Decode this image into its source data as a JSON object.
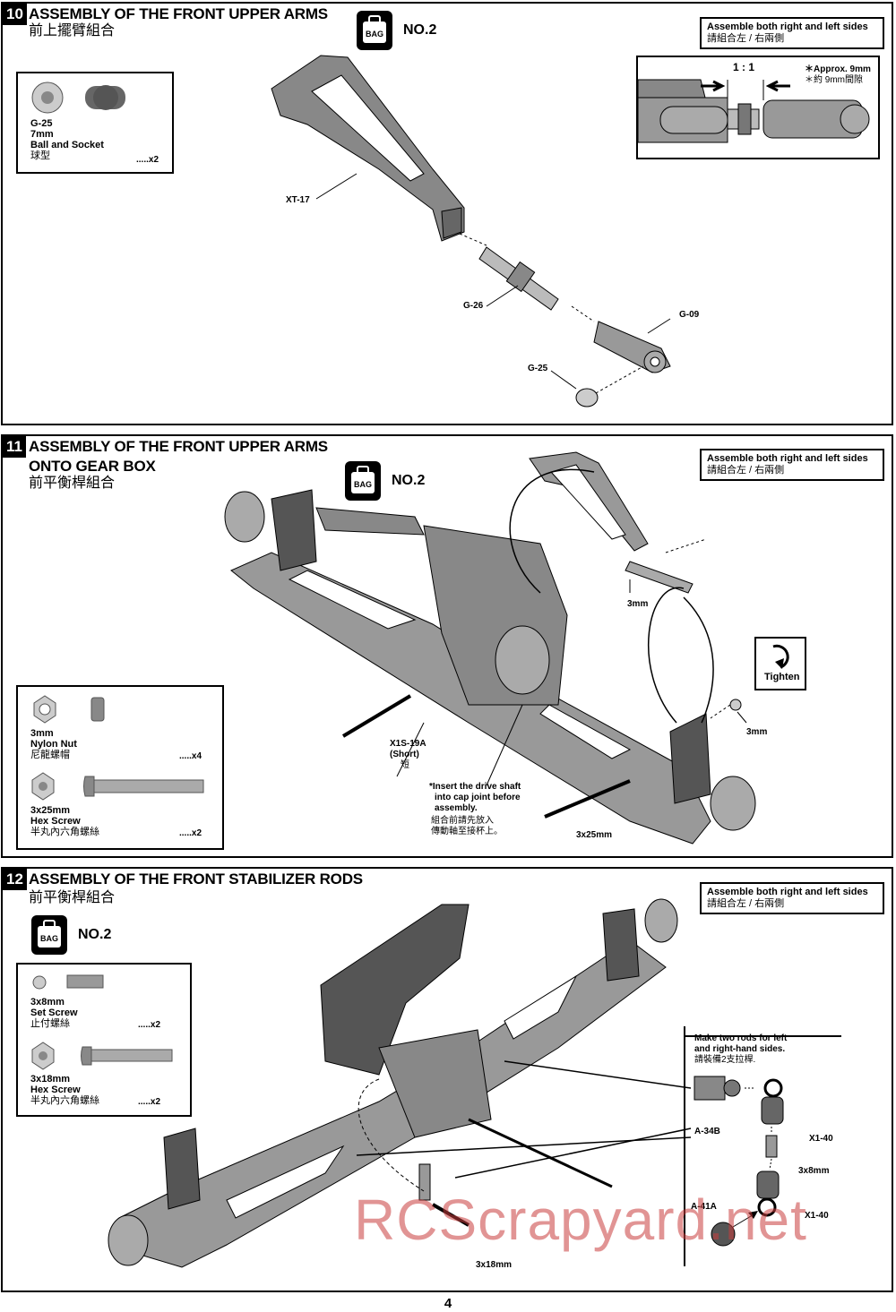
{
  "page_number": "4",
  "watermark": "RCScrapyard.net",
  "step10": {
    "num": "10",
    "title": "ASSEMBLY OF THE FRONT UPPER ARMS",
    "title_cn": "前上擺臂組合",
    "bag": "BAG",
    "bag_no": "NO.2",
    "note": "Assemble both right and left sides",
    "note_cn": "請組合左 / 右兩側",
    "ratio": "1 : 1",
    "approx": "＊Approx. 9mm",
    "approx_cn": "＊約 9mm間隙",
    "part": {
      "code": "G-25",
      "size": "7mm",
      "name": "Ball and Socket",
      "name_cn": "球型",
      "qty": ".....x2"
    },
    "labels": {
      "xt17": "XT-17",
      "g26": "G-26",
      "g09": "G-09",
      "g25": "G-25"
    }
  },
  "step11": {
    "num": "11",
    "title": "ASSEMBLY OF THE FRONT UPPER ARMS",
    "title2": "ONTO GEAR BOX",
    "title_cn": "前平衡桿組合",
    "bag": "BAG",
    "bag_no": "NO.2",
    "note": "Assemble both right and left sides",
    "note_cn": "請組合左 / 右兩側",
    "tighten": "Tighten",
    "parts": [
      {
        "size": "3mm",
        "name": "Nylon Nut",
        "name_cn": "尼龍螺帽",
        "qty": ".....x4"
      },
      {
        "size": "3x25mm",
        "name": "Hex Screw",
        "name_cn": "半丸內六角螺絲",
        "qty": ".....x2"
      }
    ],
    "labels": {
      "mm3a": "3mm",
      "mm3b": "3mm",
      "x1s": "X1S-19A",
      "short": "(Short)",
      "short_cn": "短",
      "insert1": "*Insert the drive shaft",
      "insert2": "into cap joint before",
      "insert3": "assembly.",
      "insert_cn1": "組合前請先放入",
      "insert_cn2": "傳動軸至接杯上。",
      "screw": "3x25mm"
    }
  },
  "step12": {
    "num": "12",
    "title": "ASSEMBLY OF THE FRONT STABILIZER RODS",
    "title_cn": "前平衡桿組合",
    "bag": "BAG",
    "bag_no": "NO.2",
    "note": "Assemble both right and left sides",
    "note_cn": "請組合左 / 右兩側",
    "parts": [
      {
        "size": "3x8mm",
        "name": "Set Screw",
        "name_cn": "止付螺絲",
        "qty": ".....x2"
      },
      {
        "size": "3x18mm",
        "name": "Hex Screw",
        "name_cn": "半丸內六角螺絲",
        "qty": ".....x2"
      }
    ],
    "rods_note1": "Make two rods for left",
    "rods_note2": "and right-hand sides.",
    "rods_note_cn": "請裝備2支拉桿.",
    "labels": {
      "a34b": "A-34B",
      "x140a": "X1-40",
      "mm38": "3x8mm",
      "a41a": "A-41A",
      "x140b": "X1-40",
      "mm318": "3x18mm"
    }
  }
}
